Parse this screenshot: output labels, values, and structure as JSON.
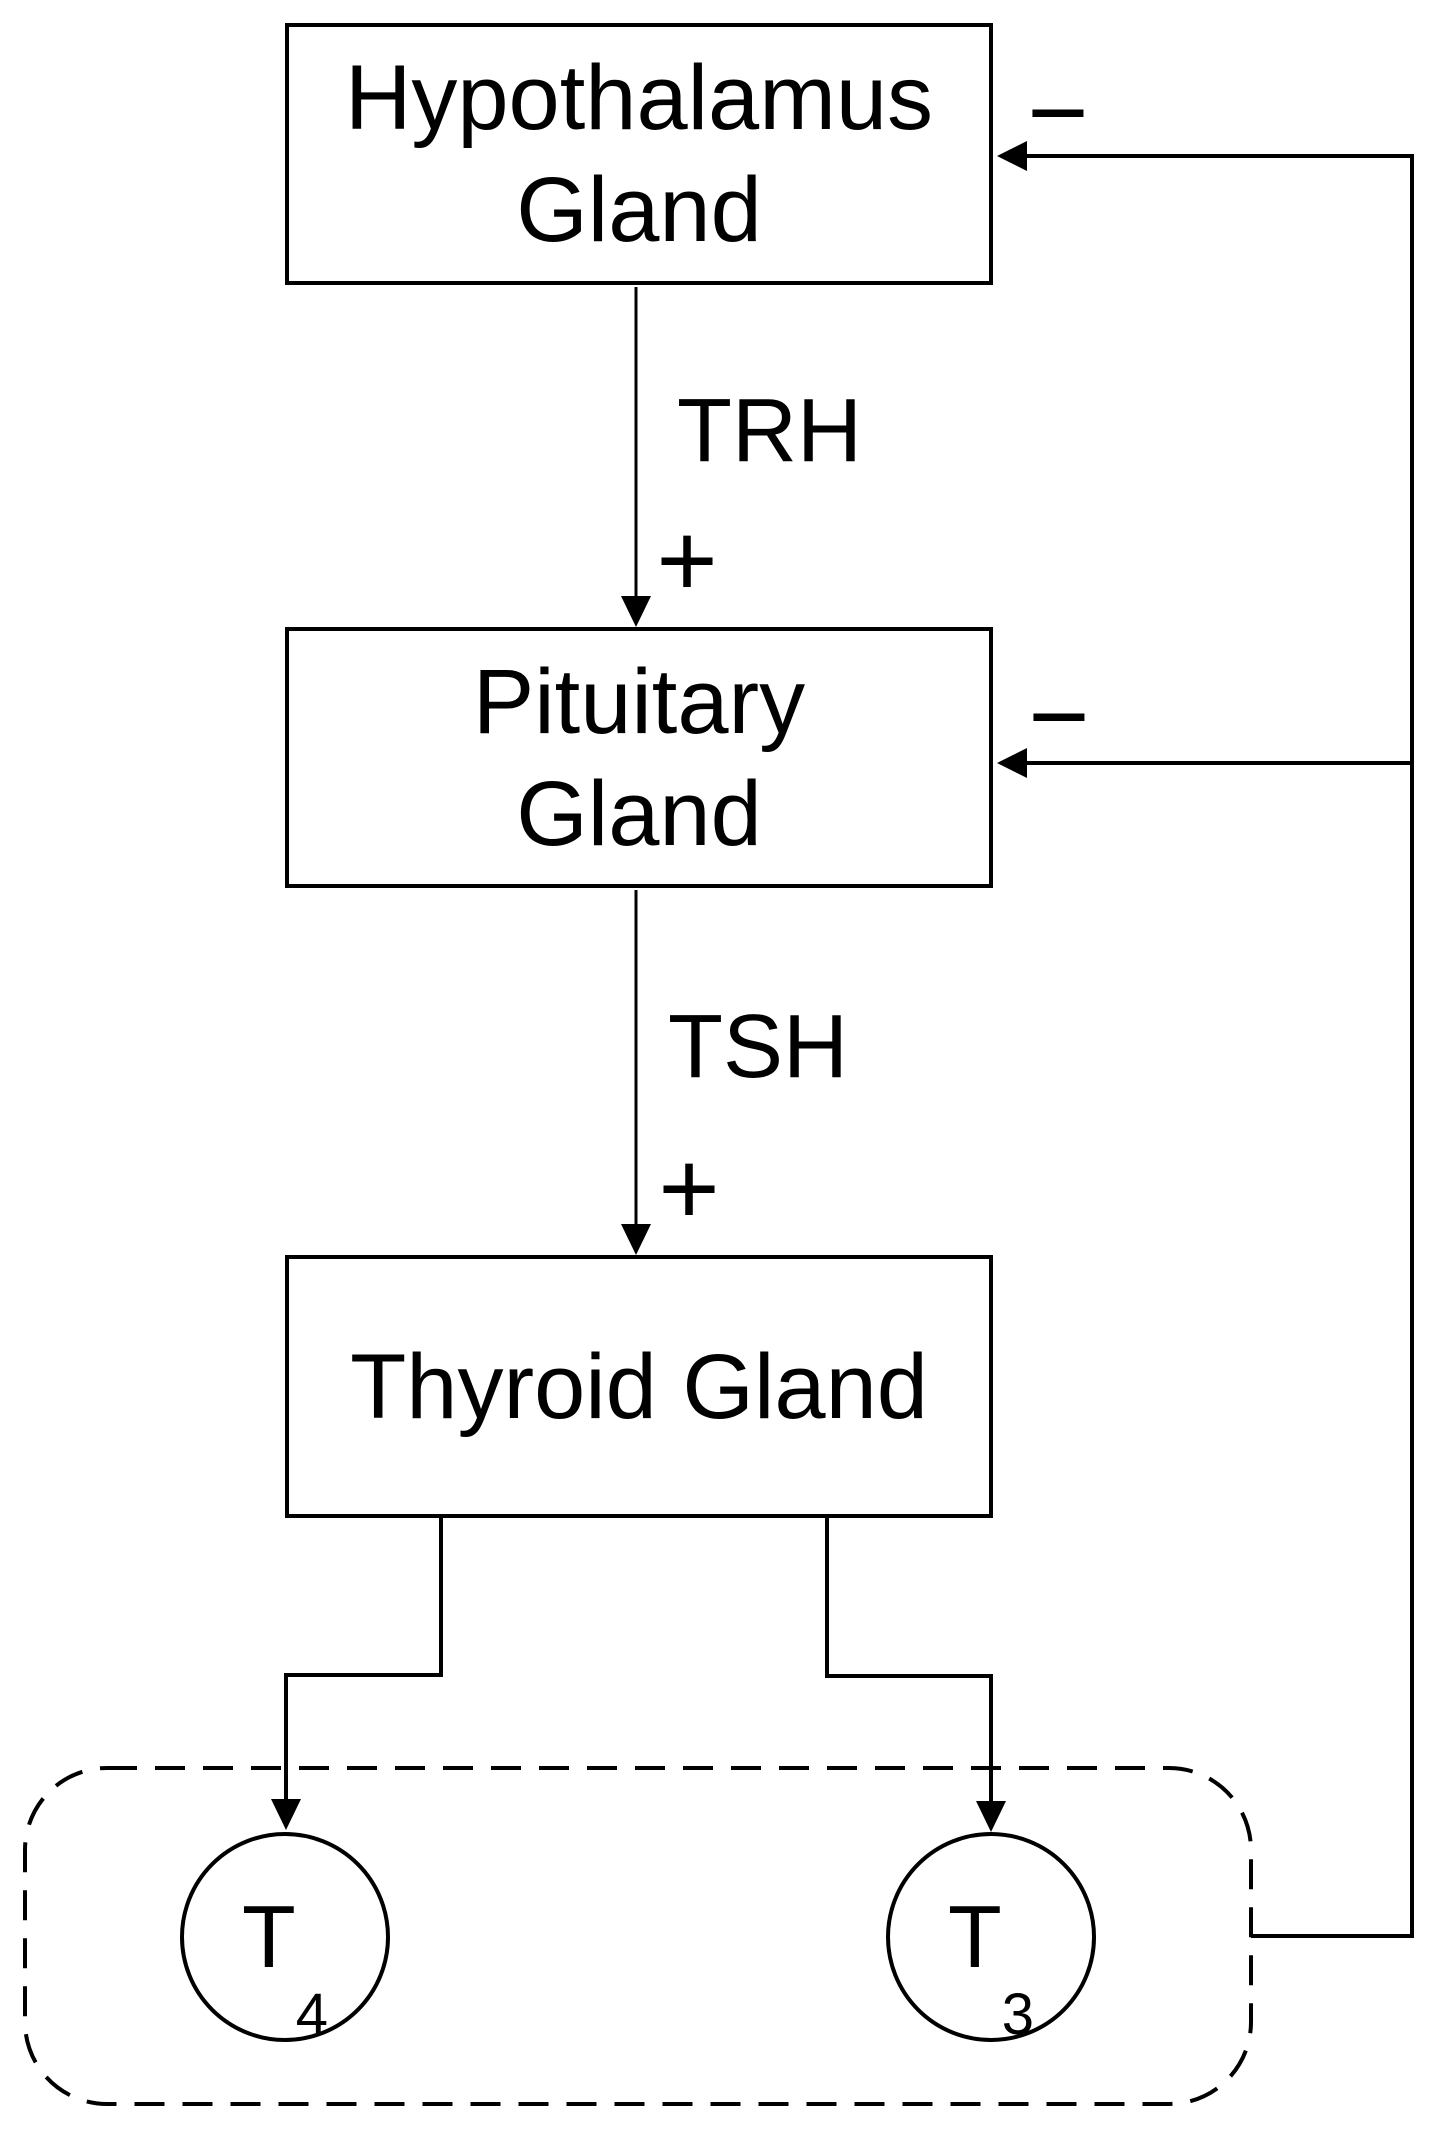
{
  "diagram": {
    "description": "Hypothalamus-Pituitary-Thyroid axis negative feedback loop",
    "nodes": {
      "hypothalamus": {
        "line1": "Hypothalamus",
        "line2": "Gland"
      },
      "pituitary": {
        "line1": "Pituitary",
        "line2": "Gland"
      },
      "thyroid": {
        "label": "Thyroid Gland"
      },
      "t4": {
        "symbol": "T",
        "subscript": "4"
      },
      "t3": {
        "symbol": "T",
        "subscript": "3"
      }
    },
    "edges": {
      "trh": {
        "label": "TRH",
        "sign": "+"
      },
      "tsh": {
        "label": "TSH",
        "sign": "+"
      },
      "feedback_hypothalamus": {
        "sign": "−"
      },
      "feedback_pituitary": {
        "sign": "−"
      }
    },
    "colors": {
      "foreground": "#000000",
      "background": "#ffffff"
    }
  }
}
